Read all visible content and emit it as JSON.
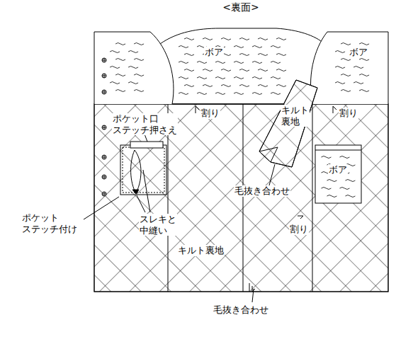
{
  "diagram": {
    "title": "<裏面>",
    "labels": [
      "ボア",
      "ボア",
      "ポケット口 ステッチ押さえ",
      "割り",
      "キルト 裏地",
      "割り",
      "毛抜き合わせ",
      "ボア",
      "ポケット ステッチ付け",
      "スレキと 中縫い",
      "割り",
      "キルト裏地",
      "毛抜き合わせ"
    ]
  }
}
